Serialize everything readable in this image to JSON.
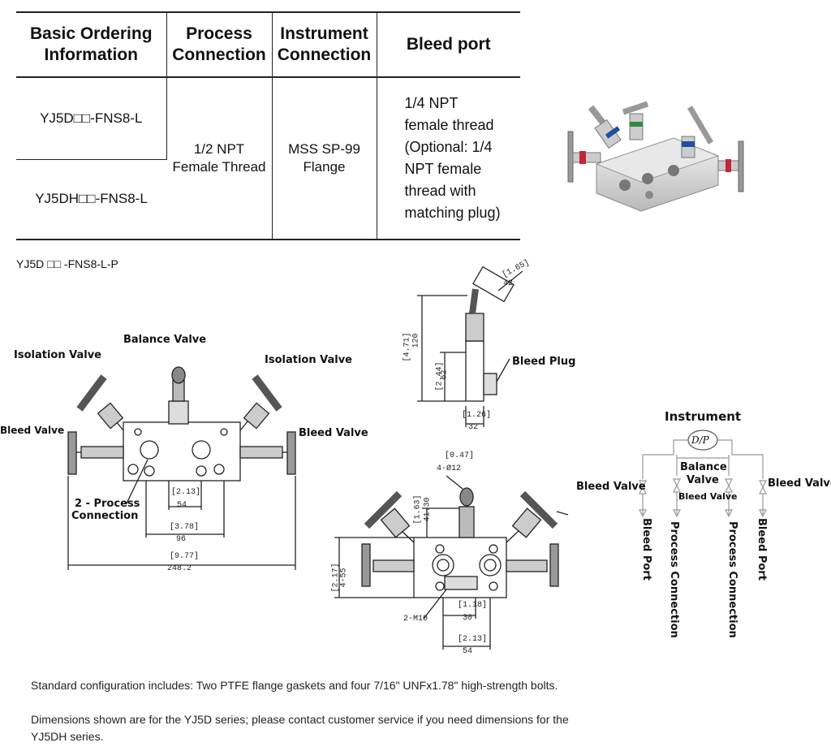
{
  "table": {
    "headers": [
      [
        "Basic Ordering",
        "Information"
      ],
      [
        "Process",
        "Connection"
      ],
      [
        "Instrument",
        "Connection"
      ],
      [
        "Bleed port"
      ]
    ],
    "models": [
      "YJ5D□□-FNS8-L",
      "YJ5DH□□-FNS8-L"
    ],
    "process_connection": [
      "1/2 NPT",
      "Female Thread"
    ],
    "instrument_connection": [
      "MSS SP-99",
      "Flange"
    ],
    "bleed_port": [
      "1/4 NPT",
      "female thread",
      "(Optional: 1/4",
      "NPT female",
      "thread with",
      "matching plug)"
    ]
  },
  "variant_label": "YJ5D □□ -FNS8-L-P",
  "front_view": {
    "balance_valve": "Balance Valve",
    "isolation_left": "Isolation Valve",
    "isolation_right": "Isolation Valve",
    "bleed_left": "Bleed Valve",
    "bleed_right": "Bleed Valve",
    "process_connection": [
      "2 - Process",
      "Connection"
    ],
    "dim_54_in": "[2.13]",
    "dim_54_mm": "54",
    "dim_96_in": "[3.78]",
    "dim_96_mm": "96",
    "dim_248_in": "[9.77]",
    "dim_248_mm": "248.2"
  },
  "side_view": {
    "bleed_plug": "Bleed Plug",
    "dim_top_in": "[1.65]",
    "dim_top_mm": "42",
    "dim_h_in": "[4.71]",
    "dim_h_mm": "120",
    "dim_mid_in": "[2.44]",
    "dim_mid_mm": "62",
    "dim_bot_in": "[1.26]",
    "dim_bot_mm": "32"
  },
  "bottom_view": {
    "holes_in": "[0.47]",
    "holes_mm": "4-Ø12",
    "h_in": "[1.63]",
    "h_mm": "41.30",
    "left_in": "[2.17]",
    "left_mm": "4-55",
    "thread": "2-M10",
    "w1_in": "[1.18]",
    "w1_mm": "30",
    "w2_in": "[2.13]",
    "w2_mm": "54"
  },
  "schematic": {
    "title": "Instrument",
    "dp": "D/P",
    "balance": [
      "Balance",
      "Valve"
    ],
    "bleed_left": "Bleed Valve",
    "bleed_right": "Bleed Valve",
    "bleed_center": "Bleed Valve",
    "port_left": "Bleed Port",
    "port_right": "Bleed Port",
    "proc_left": "Process Connection",
    "proc_right": "Process Connection"
  },
  "notes": [
    "Standard configuration includes: Two PTFE flange gaskets and four 7/16\" UNFx1.78\" high-strength bolts.",
    "Dimensions shown are for the YJ5D series; please contact customer service if you need dimensions for the",
    "YJ5DH series."
  ]
}
